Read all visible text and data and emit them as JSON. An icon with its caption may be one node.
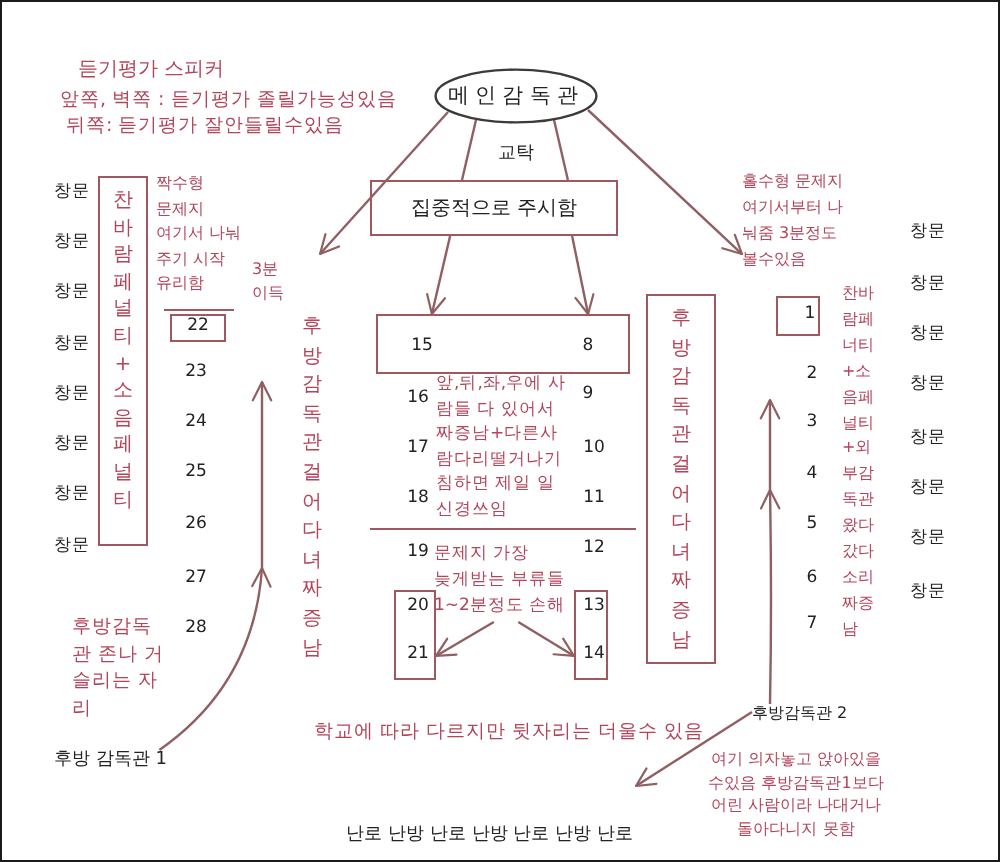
{
  "diagram": {
    "nodes": [
      {
        "text": [
          "메인감독관"
        ]
      },
      {
        "text": [
          "집중적으로 주시함"
        ]
      },
      {
        "text": [
          "찬바람페널티 +소음페널티"
        ]
      },
      {
        "text": [
          "짝수형 문제지 여기서 나눠 주기 시작 유리함",
          "3분 이득"
        ]
      },
      {
        "text": [
          "홀수형 문제지 여기서부터 나눠줌 3분정도 볼수있음"
        ]
      },
      {
        "text": [
          "22"
        ]
      },
      {
        "text": [
          "15",
          "8"
        ]
      },
      {
        "text": [
          "후방감독관 걸어다녀 짜증남"
        ]
      },
      {
        "text": [
          "1"
        ]
      },
      {
        "text": [
          "문제지 가장 늦게받는 부류들 1~2분정도 손해"
        ]
      },
      {
        "text": [
          "20",
          "21"
        ]
      },
      {
        "text": [
          "13",
          "14"
        ]
      },
      {
        "text": [
          "후방감독관 2"
        ]
      },
      {
        "text": [
          "후방 감독관 1"
        ]
      }
    ],
    "edges": [
      {
        "from": 0,
        "to": 3,
        "arrow": "to"
      },
      {
        "from": 0,
        "to": 1,
        "arrow": "none"
      },
      {
        "from": 0,
        "to": 1,
        "arrow": "none"
      },
      {
        "from": 1,
        "to": 6,
        "arrow": "to"
      },
      {
        "from": 1,
        "to": 6,
        "arrow": "to"
      },
      {
        "from": 0,
        "to": 4,
        "arrow": "to"
      },
      {
        "from": 9,
        "to": 10,
        "arrow": "to"
      },
      {
        "from": 9,
        "to": 11,
        "arrow": "to"
      },
      {
        "from": 13,
        "to": null,
        "arrow": "to"
      },
      {
        "from": 12,
        "to": null,
        "arrow": "to"
      },
      {
        "from": 12,
        "to": null,
        "arrow": "to"
      }
    ],
    "labels": [
      "듣기평가 스피커",
      "앞쪽, 벽쪽 : 듣기평가 졸릴가능성있음",
      "뒤쪽: 듣기평가 잘안들릴수있음",
      "교탁",
      "창문",
      "창문",
      "창문",
      "창문",
      "창문",
      "창문",
      "창문",
      "창문",
      "창문",
      "창문",
      "창문",
      "창문",
      "창문",
      "창문",
      "창문",
      "창문",
      "23",
      "24",
      "25",
      "26",
      "27",
      "28",
      "후방감독관 걸어다녀 짜증남",
      "16",
      "17",
      "18",
      "앞,뒤,좌,우에 사람들 다 있어서 짜증남+다른사람다리떨거나기침하면 제일 일 신경쓰임",
      "9",
      "10",
      "11",
      "19",
      "12",
      "2",
      "3",
      "4",
      "5",
      "6",
      "7",
      "찬바람페너티 +소음페널티 +외부감독관왔다갔다소리짜증남",
      "후방감독관 존나 거슬리는 자리",
      "학교에 따라 다르지만 뒷자리는 더울수 있음",
      "여기 의자놓고 앉아있을 수있음 후방감독관1보다 어린 사람이라 나대거나 돌아다니지 못함",
      "난로 난방 난로 난방 난로 난방 난로"
    ]
  }
}
